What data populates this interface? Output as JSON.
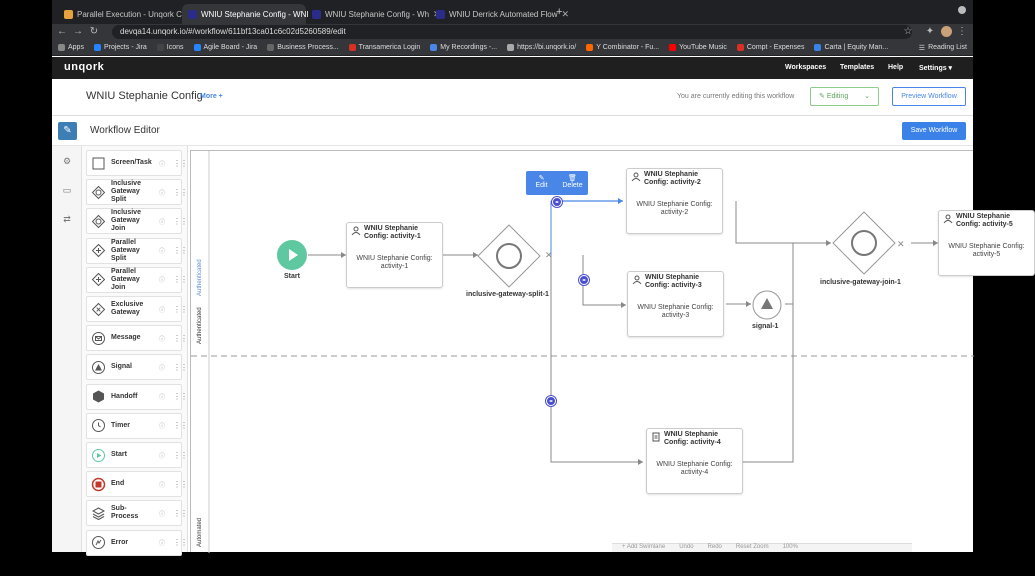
{
  "browser": {
    "tabs": [
      {
        "title": "Parallel Execution - Unqork Cr",
        "color": "#e8a33d"
      },
      {
        "title": "WNIU Stephanie Config - WNI",
        "color": "#2b2b8a"
      },
      {
        "title": "WNIU Stephanie Config - Wh",
        "color": "#2b2b8a"
      },
      {
        "title": "WNIU Derrick Automated Flow",
        "color": "#2b2b8a"
      }
    ],
    "url": "devqa14.unqork.io/#/workflow/611bf13ca01c6c02d5260589/edit",
    "bookmarks": [
      {
        "label": "Apps",
        "color": "#888888"
      },
      {
        "label": "Projects - Jira",
        "color": "#2684ff"
      },
      {
        "label": "Icons",
        "color": "#444444"
      },
      {
        "label": "Agile Board - Jira",
        "color": "#2684ff"
      },
      {
        "label": "Business Process...",
        "color": "#666666"
      },
      {
        "label": "Transamerica Login",
        "color": "#d93025"
      },
      {
        "label": "My Recordings -...",
        "color": "#4a86e8"
      },
      {
        "label": "https://bi.unqork.io/",
        "color": "#aaaaaa"
      },
      {
        "label": "Y Combinator - Fu...",
        "color": "#ff6600"
      },
      {
        "label": "YouTube Music",
        "color": "#ff0000"
      },
      {
        "label": "Compt - Expenses",
        "color": "#d93025"
      },
      {
        "label": "Carta | Equity Man...",
        "color": "#3b82e8"
      }
    ],
    "reading_list": "Reading List"
  },
  "app": {
    "logo": "unqork",
    "nav": [
      "Workspaces",
      "Templates",
      "Help",
      "Settings ▾"
    ],
    "page_title": "WNIU Stephanie Config",
    "more": "More +",
    "editing_note": "You are currently editing this workflow",
    "editing_label": "Editing",
    "preview_label": "Preview Workflow",
    "editor_title": "Workflow Editor",
    "save_label": "Save Workflow"
  },
  "palette": [
    {
      "label": "Screen/Task",
      "icon": "square-icon"
    },
    {
      "label": "Inclusive Gateway Split",
      "icon": "diamond-circle-icon"
    },
    {
      "label": "Inclusive Gateway Join",
      "icon": "diamond-circle-icon"
    },
    {
      "label": "Parallel Gateway Split",
      "icon": "diamond-plus-icon"
    },
    {
      "label": "Parallel Gateway Join",
      "icon": "diamond-plus-icon"
    },
    {
      "label": "Exclusive Gateway",
      "icon": "diamond-x-icon"
    },
    {
      "label": "Message",
      "icon": "envelope-icon"
    },
    {
      "label": "Signal",
      "icon": "triangle-icon"
    },
    {
      "label": "Handoff",
      "icon": "hexagon-icon"
    },
    {
      "label": "Timer",
      "icon": "clock-icon"
    },
    {
      "label": "Start",
      "icon": "play-circle-icon"
    },
    {
      "label": "End",
      "icon": "stop-circle-icon"
    },
    {
      "label": "Sub-Process",
      "icon": "layers-icon"
    },
    {
      "label": "Error",
      "icon": "error-circle-icon"
    }
  ],
  "canvas": {
    "lanes": [
      "Authenticated",
      "Authenticated",
      "Automated"
    ],
    "popup": {
      "edit": "Edit",
      "delete": "Delete"
    },
    "start_label": "Start",
    "gateway_split_label": "inclusive-gateway-split-1",
    "gateway_join_label": "inclusive-gateway-join-1",
    "signal_label": "signal-1",
    "tasks": [
      {
        "title": "WNIU Stephanie Config: activity-1",
        "body": "WNIU Stephanie Config: activity-1"
      },
      {
        "title": "WNIU Stephanie Config: activity-2",
        "body": "WNIU Stephanie Config: activity-2"
      },
      {
        "title": "WNIU Stephanie Config: activity-3",
        "body": "WNIU Stephanie Config: activity-3"
      },
      {
        "title": "WNIU Stephanie Config: activity-4",
        "body": "WNIU Stephanie Config: activity-4"
      },
      {
        "title": "WNIU Stephanie Config: activity-5",
        "body": "WNIU Stephanie Config: activity-5"
      }
    ],
    "bottom_bar": [
      "+ Add Swimlane",
      "Undo",
      "Redo",
      "Reset Zoom",
      "100%"
    ]
  }
}
